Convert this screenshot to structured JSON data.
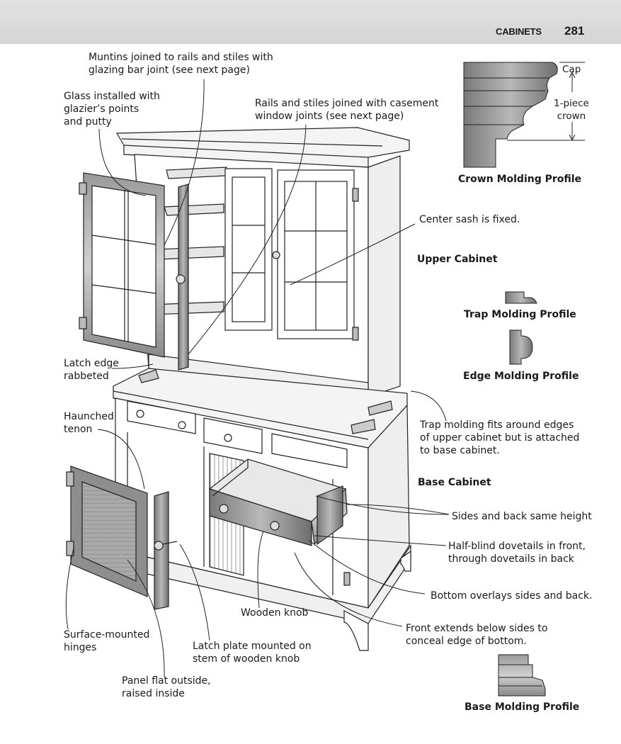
{
  "header": {
    "section": "CABINETS",
    "page_number": "281"
  },
  "titles": {
    "crown_profile": "Crown Molding Profile",
    "upper_cabinet": "Upper Cabinet",
    "trap_profile": "Trap Molding Profile",
    "edge_profile": "Edge Molding Profile",
    "base_cabinet": "Base Cabinet",
    "base_profile": "Base Molding Profile"
  },
  "crown_labels": {
    "cap": "Cap",
    "one_piece": "1-piece\ncrown"
  },
  "callouts": {
    "muntins": "Muntins joined to rails and stiles with\nglazing bar joint (see next page)",
    "glass": "Glass installed with\nglazier’s points\nand putty",
    "rails_stiles": "Rails and stiles joined with casement\nwindow joints (see next page)",
    "center_sash": "Center sash is fixed.",
    "latch_edge": "Latch edge\nrabbeted",
    "haunched": "Haunched\ntenon",
    "trap_molding": "Trap molding fits around edges\nof upper cabinet but is attached\nto base cabinet.",
    "sides_back": "Sides and back same height",
    "dovetails": "Half-blind dovetails in front,\nthrough dovetails in back",
    "bottom_overlays": "Bottom overlays sides and back.",
    "wooden_knob": "Wooden knob",
    "front_extends": "Front extends below sides to\nconceal edge of bottom.",
    "surface_hinges": "Surface-mounted\nhinges",
    "latch_plate": "Latch plate mounted on\nstem of wooden knob",
    "panel_flat": "Panel flat outside,\nraised inside"
  }
}
